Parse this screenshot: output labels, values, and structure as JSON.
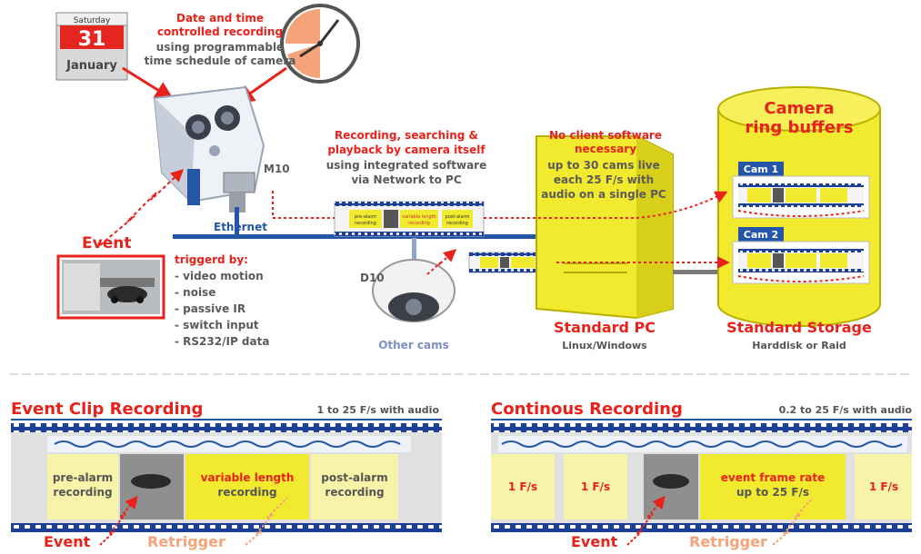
{
  "calendar": {
    "day": "Saturday",
    "date": "31",
    "month": "January"
  },
  "top_note": {
    "line1": "Date and time",
    "line2": "controlled recording",
    "line3": "using programmable",
    "line4": "time schedule of camera"
  },
  "camera_label": "M10",
  "dome_label": "D10",
  "other_cams": "Other cams",
  "ethernet_label": "Ethernet",
  "event_label": "Event",
  "triggers": {
    "title": "triggerd by:",
    "items": [
      "- video motion",
      "- noise",
      "- passive IR",
      "- switch input",
      "- RS232/IP data"
    ]
  },
  "recording_note": {
    "line1": "Recording, searching &",
    "line2": "playback by camera itself",
    "line3": "using integrated software",
    "line4": "via Network to PC"
  },
  "pc_note": {
    "line1": "No client software",
    "line2": "necessary",
    "line3": "up to 30 cams live",
    "line4": "each 25 F/s with",
    "line5": "audio on a single PC"
  },
  "mini_strip": {
    "pre": "pre-alarm",
    "pre2": "recording",
    "var": "variable length",
    "var2": "recording",
    "post": "post-alarm",
    "post2": "recording"
  },
  "storage": {
    "title1": "Camera",
    "title2": "ring buffers",
    "cam1": "Cam 1",
    "cam2": "Cam 2"
  },
  "pc_caption": {
    "title": "Standard PC",
    "sub": "Linux/Windows"
  },
  "storage_caption": {
    "title": "Standard Storage",
    "sub": "Harddisk or Raid"
  },
  "event_clip": {
    "title": "Event Clip Recording",
    "rate": "1 to 25 F/s with audio",
    "pre1": "pre-alarm",
    "pre2": "recording",
    "var1": "variable length",
    "var2": "recording",
    "post1": "post-alarm",
    "post2": "recording",
    "event": "Event",
    "retrigger": "Retrigger"
  },
  "continuous": {
    "title": "Continous Recording",
    "rate": "0.2 to 25 F/s with audio",
    "seg1": "1 F/s",
    "seg2": "1 F/s",
    "event1": "event frame rate",
    "event2": "up to 25 F/s",
    "seg3": "1 F/s",
    "event": "Event",
    "retrigger": "Retrigger"
  },
  "colors": {
    "red": "#e8221b",
    "blue": "#2456a8",
    "yellow": "#f2ea2e",
    "filmblue": "#1d3f95"
  }
}
